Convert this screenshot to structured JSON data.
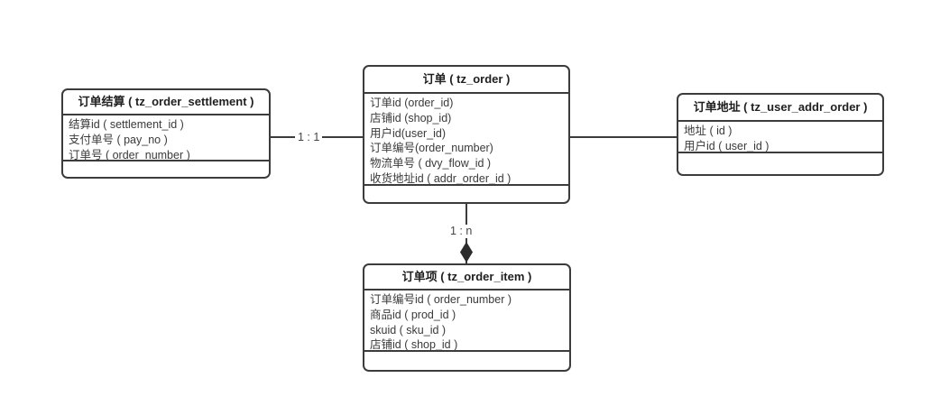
{
  "diagram": {
    "title": "order-tables-er-diagram",
    "colors": {
      "background": "#ffffff",
      "border": "#3c3c3c",
      "title_text": "#1f1f1f",
      "field_text": "#3a3a3a"
    },
    "entities": [
      {
        "id": "order_settlement",
        "title": "订单结算 ( tz_order_settlement )",
        "fields": [
          "结算id ( settlement_id )",
          "支付单号 ( pay_no )",
          "订单号 ( order_number )"
        ]
      },
      {
        "id": "order",
        "title": "订单 ( tz_order )",
        "fields": [
          "订单id (order_id)",
          "店铺id (shop_id)",
          "用户id(user_id)",
          "订单编号(order_number)",
          "物流单号 ( dvy_flow_id )",
          "收货地址id ( addr_order_id )"
        ]
      },
      {
        "id": "user_addr_order",
        "title": "订单地址 ( tz_user_addr_order )",
        "fields": [
          "地址 ( id )",
          "用户id ( user_id )"
        ]
      },
      {
        "id": "order_item",
        "title": "订单项 ( tz_order_item )",
        "fields": [
          "订单编号id ( order_number )",
          "商品id ( prod_id )",
          "skuid ( sku_id )",
          "店铺id ( shop_id )"
        ]
      }
    ],
    "connections": [
      {
        "from": "order_settlement",
        "to": "order",
        "label": "1 : 1",
        "style": "plain-line"
      },
      {
        "from": "order",
        "to": "user_addr_order",
        "label": "",
        "style": "plain-line"
      },
      {
        "from": "order",
        "to": "order_item",
        "label": "1 : n",
        "style": "filled-diamond-arrow"
      }
    ]
  }
}
